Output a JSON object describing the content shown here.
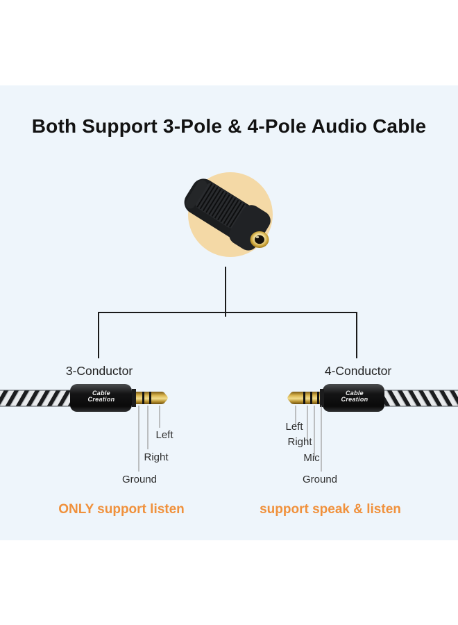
{
  "title": "Both Support 3-Pole & 4-Pole Audio Cable",
  "adapter": {
    "icon": "female-coupler-adapter-photo"
  },
  "branches": {
    "left": {
      "label": "3-Conductor",
      "brand": [
        "Cable",
        "Creation"
      ],
      "pins": [
        "Left",
        "Right",
        "Ground"
      ],
      "note": "ONLY support listen"
    },
    "right": {
      "label": "4-Conductor",
      "brand": [
        "Cable",
        "Creation"
      ],
      "pins": [
        "Left",
        "Right",
        "Mic",
        "Ground"
      ],
      "note": "support speak & listen"
    }
  },
  "colors": {
    "page_bg": "#ffffff",
    "panel_bg": "#eef5fb",
    "title_text": "#121212",
    "accent_orange": "#f0913c",
    "circle_peach": "#f4d9a6",
    "tree_line": "#1a1a1a",
    "leader_line": "#9a9a9a",
    "plug_gold": "#caa43c",
    "braid_light": "#e7e9eb",
    "braid_dark": "#1b1c1e"
  }
}
